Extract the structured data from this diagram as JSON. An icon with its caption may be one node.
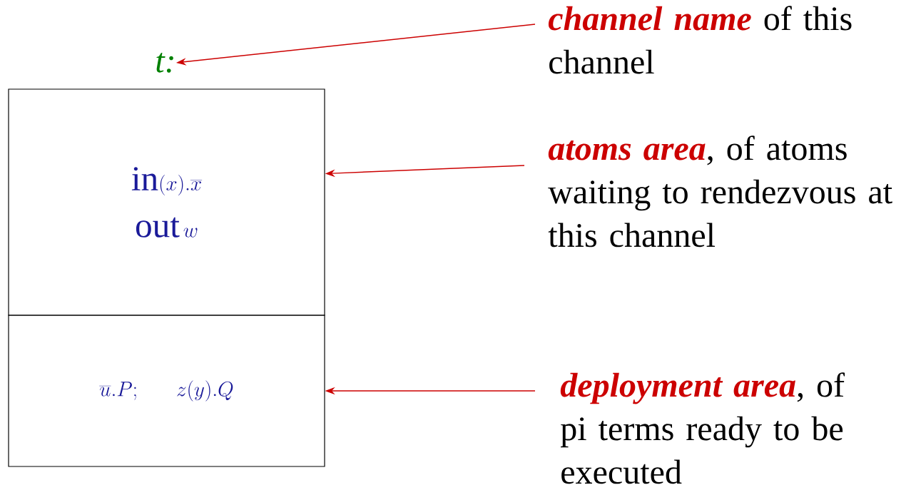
{
  "diagram": {
    "nodes": [
      {
        "text": [
          "t:"
        ]
      },
      {
        "text": [
          "\\mathrm{in}(x).\\overline{x}",
          "\\mathrm{out}\\,w"
        ]
      },
      {
        "text": [
          "\\overline{u}.P;\\quad z(y).Q"
        ]
      },
      {
        "text": [
          "channel name",
          "of this channel"
        ]
      },
      {
        "text": [
          "atoms area",
          ", of atoms waiting to rendezvous at this channel"
        ]
      },
      {
        "text": [
          "deployment area",
          ", of pi terms ready to be executed"
        ]
      }
    ],
    "edges": [
      {
        "from": 3,
        "to": 0,
        "arrow": "to"
      },
      {
        "from": 4,
        "to": 1,
        "arrow": "to"
      },
      {
        "from": 5,
        "to": 2,
        "arrow": "to"
      }
    ]
  }
}
